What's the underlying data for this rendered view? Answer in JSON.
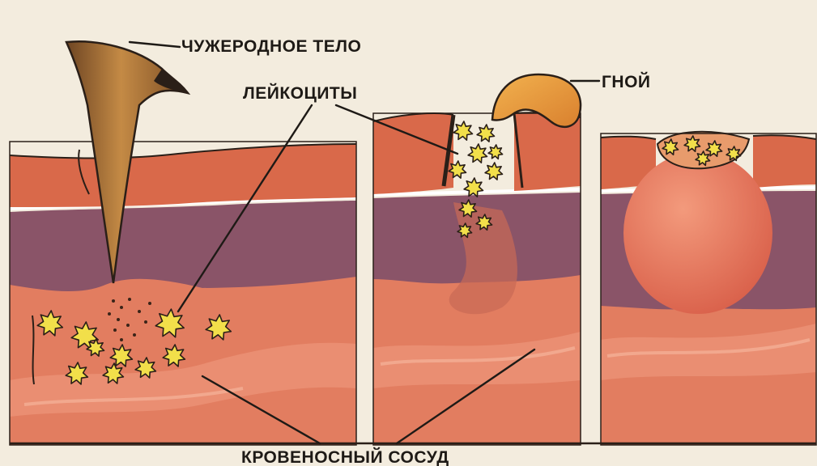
{
  "labels": {
    "foreign_body": "ЧУЖЕРОДНОЕ ТЕЛО",
    "leukocytes": "ЛЕЙКОЦИТЫ",
    "pus": "ГНОЙ",
    "blood_vessel": "КРОВЕНОСНЫЙ СОСУД"
  },
  "colors": {
    "paper": "#f3ecde",
    "epidermis": "#d9694a",
    "dermis_purple": "#8a5468",
    "deep_tissue": "#e27d60",
    "vessel": "#ea8e72",
    "leukocyte": "#f2df4a",
    "splinter": "#a9763d",
    "pus": "#e89b3c",
    "healed_nodule": "#e57357",
    "outline": "#2a1f18"
  }
}
